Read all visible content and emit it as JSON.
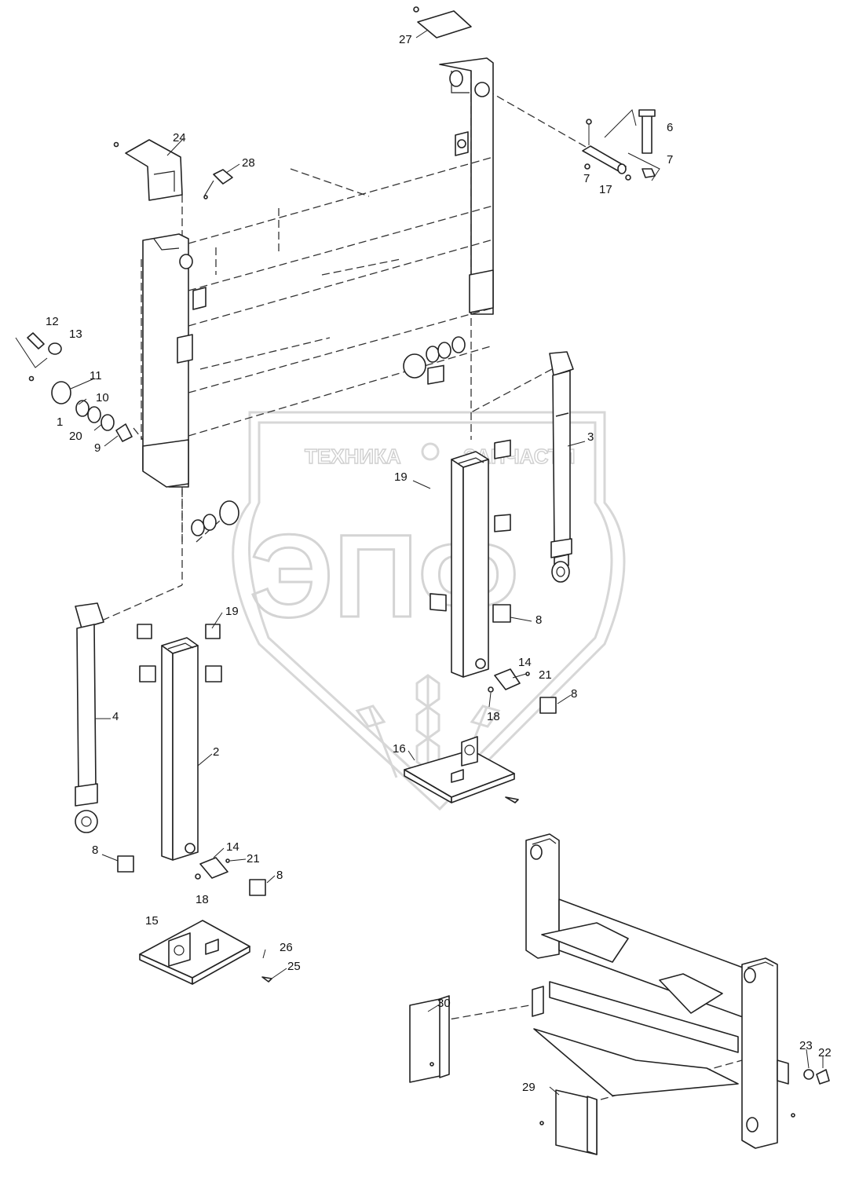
{
  "watermark": {
    "text_left": "ТЕХНИКА",
    "text_right": "ЗАПЧАСТИ",
    "logo_letters": "ЭПФ"
  },
  "callouts": [
    {
      "id": "c27",
      "label": "27"
    },
    {
      "id": "c6",
      "label": "6"
    },
    {
      "id": "c7a",
      "label": "7"
    },
    {
      "id": "c7b",
      "label": "7"
    },
    {
      "id": "c17",
      "label": "17"
    },
    {
      "id": "c24",
      "label": "24"
    },
    {
      "id": "c28",
      "label": "28"
    },
    {
      "id": "c12",
      "label": "12"
    },
    {
      "id": "c13",
      "label": "13"
    },
    {
      "id": "c11",
      "label": "11"
    },
    {
      "id": "c10",
      "label": "10"
    },
    {
      "id": "c1",
      "label": "1"
    },
    {
      "id": "c20",
      "label": "20"
    },
    {
      "id": "c9",
      "label": "9"
    },
    {
      "id": "c3",
      "label": "3"
    },
    {
      "id": "c19a",
      "label": "19"
    },
    {
      "id": "c19b",
      "label": "19"
    },
    {
      "id": "c8a",
      "label": "8"
    },
    {
      "id": "c14a",
      "label": "14"
    },
    {
      "id": "c21a",
      "label": "21"
    },
    {
      "id": "c8b",
      "label": "8"
    },
    {
      "id": "c18a",
      "label": "18"
    },
    {
      "id": "c16",
      "label": "16"
    },
    {
      "id": "c4",
      "label": "4"
    },
    {
      "id": "c2",
      "label": "2"
    },
    {
      "id": "c8c",
      "label": "8"
    },
    {
      "id": "c14b",
      "label": "14"
    },
    {
      "id": "c21b",
      "label": "21"
    },
    {
      "id": "c8d",
      "label": "8"
    },
    {
      "id": "c18b",
      "label": "18"
    },
    {
      "id": "c15",
      "label": "15"
    },
    {
      "id": "c26",
      "label": "26"
    },
    {
      "id": "c25",
      "label": "25"
    },
    {
      "id": "c30",
      "label": "30"
    },
    {
      "id": "c23",
      "label": "23"
    },
    {
      "id": "c22",
      "label": "22"
    },
    {
      "id": "c29",
      "label": "29"
    }
  ]
}
